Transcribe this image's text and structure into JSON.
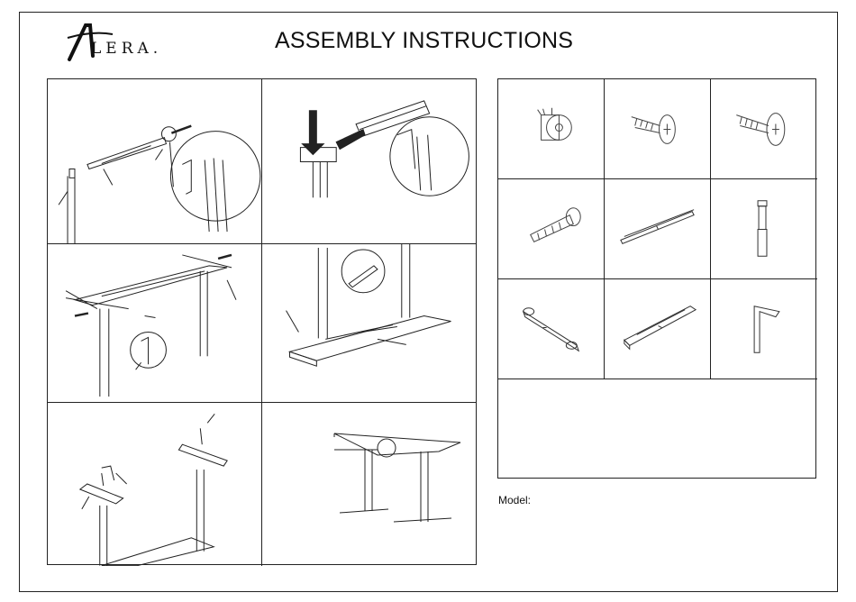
{
  "header": {
    "brand": "LERA.",
    "title": "ASSEMBLY INSTRUCTIONS"
  },
  "steps": [
    {
      "id": 1,
      "depicts": "crossbar-attach-to-leg"
    },
    {
      "id": 2,
      "depicts": "bracket-insert-leg"
    },
    {
      "id": 3,
      "depicts": "frame-with-crossbar"
    },
    {
      "id": 4,
      "depicts": "frame-on-tabletop"
    },
    {
      "id": 5,
      "depicts": "feet-attach"
    },
    {
      "id": 6,
      "depicts": "completed-desk"
    }
  ],
  "parts": [
    {
      "id": "A",
      "icon": "t-nut-icon"
    },
    {
      "id": "B",
      "icon": "wood-screw-icon"
    },
    {
      "id": "C",
      "icon": "pan-screw-icon"
    },
    {
      "id": "D",
      "icon": "machine-bolt-icon"
    },
    {
      "id": "E",
      "icon": "crossbar-rail-icon"
    },
    {
      "id": "F",
      "icon": "leg-column-icon"
    },
    {
      "id": "G",
      "icon": "foot-base-icon"
    },
    {
      "id": "H",
      "icon": "top-bracket-icon"
    },
    {
      "id": "I",
      "icon": "hex-key-icon"
    }
  ],
  "footer": {
    "model_label": "Model:"
  }
}
